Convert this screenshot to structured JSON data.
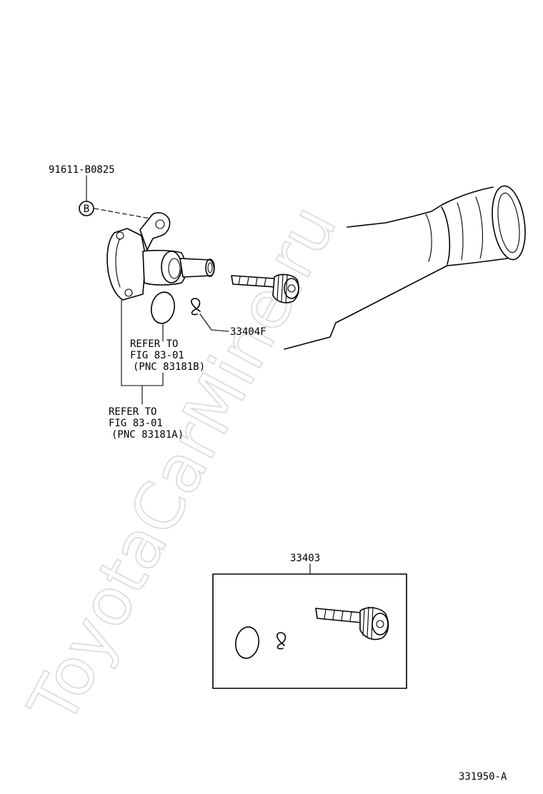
{
  "watermark": "ToyotaCarMine.ru",
  "labels": {
    "bolt_part": "91611-B0825",
    "callout_b": "B",
    "clip_part": "33404F",
    "refer_b_line1": "REFER TO",
    "refer_b_line2": "FIG 83-01",
    "refer_b_line3": "(PNC 83181B)",
    "refer_a_line1": "REFER TO",
    "refer_a_line2": "FIG 83-01",
    "refer_a_line3": "(PNC 83181A)",
    "kit_part": "33403",
    "figure_id": "331950-A"
  }
}
